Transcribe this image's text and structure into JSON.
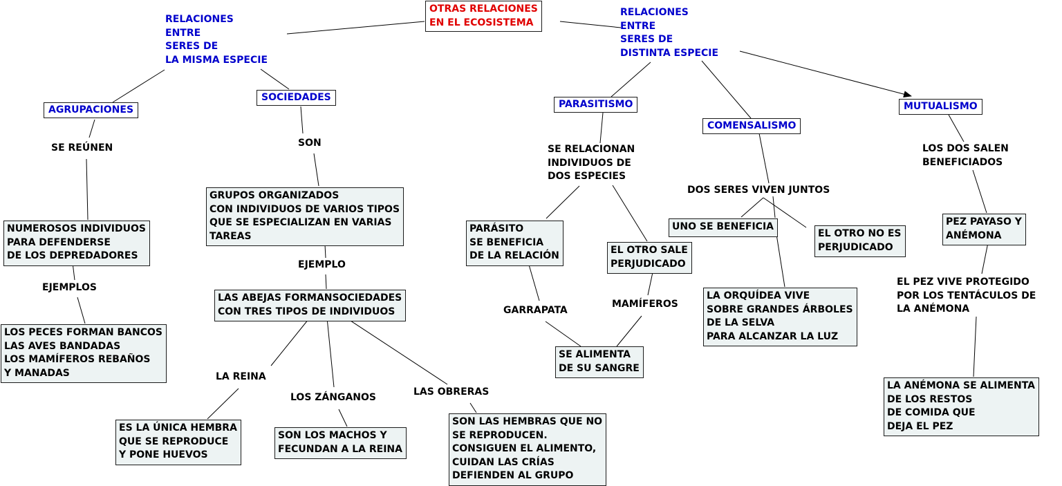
{
  "root": "OTRAS RELACIONES\nEN EL ECOSISTEMA",
  "misma_especie": "RELACIONES\nENTRE\nSERES DE\nLA MISMA ESPECIE",
  "distinta_especie": "RELACIONES\nENTRE\nSERES DE\nDISTINTA ESPECIE",
  "agrupaciones": {
    "title": "AGRUPACIONES",
    "link1": "SE REÚNEN",
    "desc": "NUMEROSOS INDIVIDUOS\nPARA DEFENDERSE\nDE LOS DEPREDADORES",
    "link2": "EJEMPLOS",
    "examples": "LOS PECES FORMAN BANCOS\nLAS AVES BANDADAS\nLOS MAMÍFEROS REBAÑOS\nY MANADAS"
  },
  "sociedades": {
    "title": "SOCIEDADES",
    "link1": "SON",
    "desc": "GRUPOS ORGANIZADOS\nCON INDIVIDUOS DE VARIOS TIPOS\nQUE SE ESPECIALIZAN EN VARIAS\nTAREAS",
    "link2": "EJEMPLO",
    "example": "LAS ABEJAS FORMANSOCIEDADES\nCON TRES TIPOS DE INDIVIDUOS",
    "reina_label": "LA REINA",
    "reina_desc": "ES LA ÚNICA HEMBRA\nQUE SE REPRODUCE\nY PONE HUEVOS",
    "zanganos_label": "LOS ZÁNGANOS",
    "zanganos_desc": "SON LOS MACHOS Y\nFECUNDAN A LA REINA",
    "obreras_label": "LAS OBRERAS",
    "obreras_desc": "SON LAS HEMBRAS QUE NO\n SE REPRODUCEN.\nCONSIGUEN EL ALIMENTO,\nCUIDAN LAS CRÍAS\nDEFIENDEN AL GRUPO"
  },
  "parasitismo": {
    "title": "PARASITISMO",
    "link1": "SE RELACIONAN\nINDIVIDUOS DE\nDOS ESPECIES",
    "parasito": "PARÁSITO\nSE BENEFICIA\nDE LA RELACIÓN",
    "otro": "EL OTRO SALE\nPERJUDICADO",
    "garrapata": "GARRAPATA",
    "mamiferos": "MAMÍFEROS",
    "alimenta": "SE ALIMENTA\nDE SU SANGRE"
  },
  "comensalismo": {
    "title": "COMENSALISMO",
    "link1": "DOS SERES VIVEN JUNTOS",
    "uno": "UNO SE BENEFICIA",
    "otro": "EL OTRO NO ES\nPERJUDICADO",
    "example": "LA ORQUÍDEA VIVE\nSOBRE GRANDES ÁRBOLES\nDE LA SELVA\nPARA ALCANZAR LA LUZ"
  },
  "mutualismo": {
    "title": "MUTUALISMO",
    "link1": "LOS DOS SALEN\nBENEFICIADOS",
    "example": "PEZ PAYASO Y\nANÉMONA",
    "link2": "EL PEZ VIVE PROTEGIDO\nPOR LOS TENTÁCULOS DE\nLA ANÉMONA",
    "desc": "LA ANÉMONA SE ALIMENTA\nDE LOS RESTOS\nDE COMIDA QUE\nDEJA EL PEZ"
  }
}
